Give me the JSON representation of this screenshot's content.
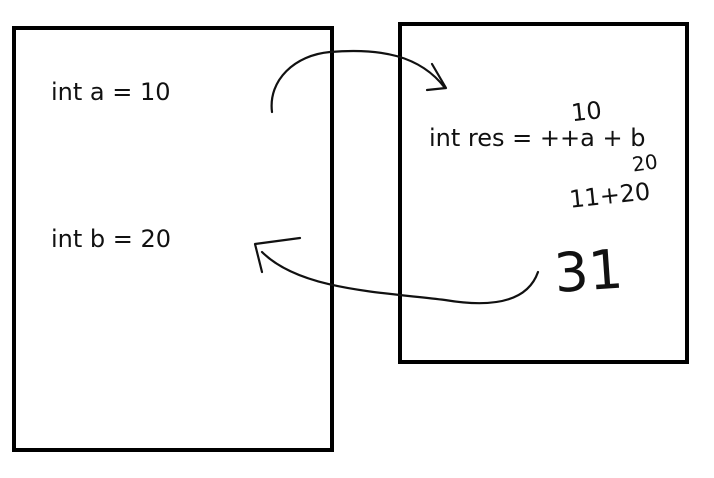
{
  "left_box": {
    "line_a": "int a = 10",
    "line_b": "int b = 20"
  },
  "right_box": {
    "line_res": "int res = ++a + b",
    "note_a_value": "10",
    "note_b_value": "20",
    "note_sum": "11+20",
    "result": "31"
  },
  "colors": {
    "ink": "#111111",
    "border": "#000000",
    "background": "#ffffff"
  }
}
